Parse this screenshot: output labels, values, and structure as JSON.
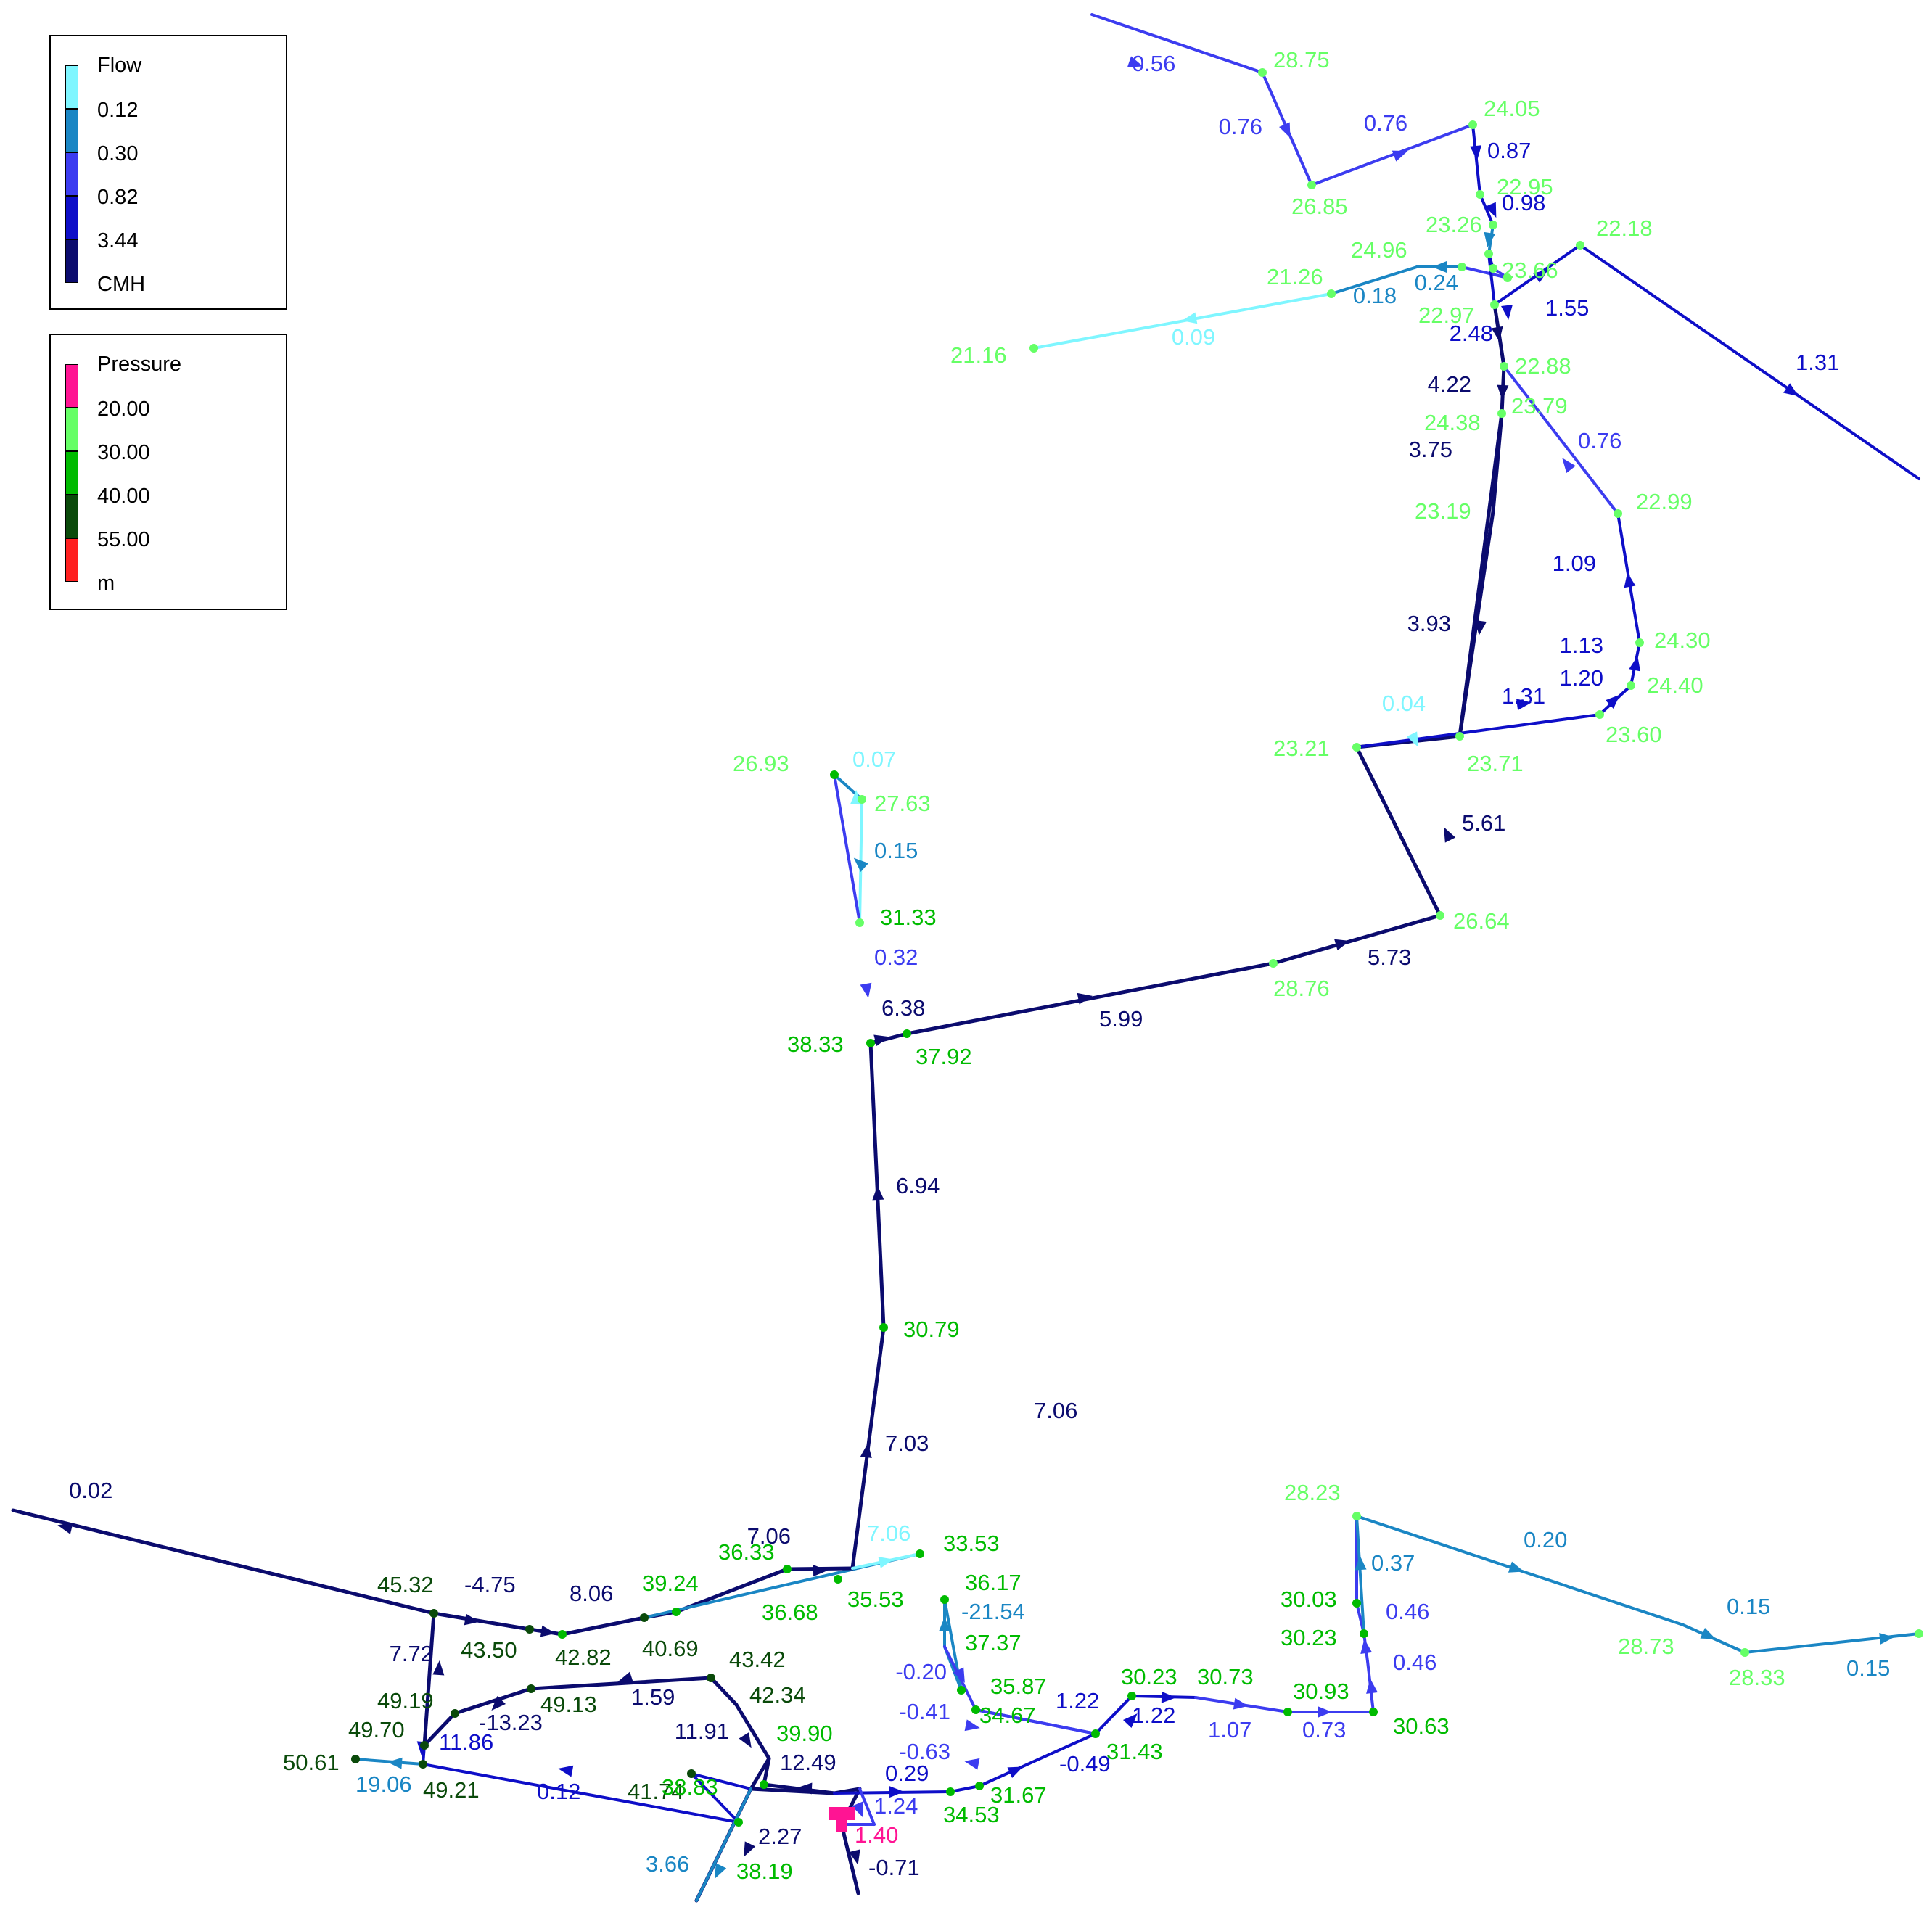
{
  "legend_flow": {
    "title": "Flow",
    "values": [
      "0.12",
      "0.30",
      "0.82",
      "3.44"
    ],
    "unit": "CMH",
    "colors": [
      "#7ff6ff",
      "#1a86c4",
      "#3c3cf0",
      "#0e0ec8",
      "#0b0b6e"
    ]
  },
  "legend_pressure": {
    "title": "Pressure",
    "values": [
      "20.00",
      "30.00",
      "40.00",
      "55.00"
    ],
    "unit": "m",
    "colors": [
      "#ff1493",
      "#66ff66",
      "#00bb00",
      "#0a4a0a",
      "#ff2020"
    ]
  },
  "flow_labels": [
    "0.56",
    "0.76",
    "0.76",
    "0.87",
    "0.98",
    "0.24",
    "0.18",
    "0.09",
    "2.48",
    "1.55",
    "1.31",
    "4.22",
    "3.75",
    "0.76",
    "1.09",
    "3.93",
    "1.13",
    "1.20",
    "1.31",
    "0.04",
    "5.61",
    "5.73",
    "5.99",
    "6.38",
    "0.07",
    "0.15",
    "0.32",
    "6.94",
    "7.03",
    "7.06",
    "7.06",
    "0.02",
    "-4.75",
    "8.06",
    "7.72",
    "-13.23",
    "11.86",
    "1.59",
    "11.91",
    "12.49",
    "19.06",
    "0.12",
    "2.27",
    "3.66",
    "0.29",
    "1.24",
    "-0.71",
    "-21.54",
    "-0.20",
    "-0.41",
    "-0.63",
    "-0.49",
    "1.22",
    "1.22",
    "1.07",
    "0.73",
    "0.46",
    "0.46",
    "0.37",
    "0.20",
    "0.15",
    "0.15",
    "0.12"
  ],
  "pressure_labels": [
    "28.75",
    "24.05",
    "26.85",
    "22.95",
    "23.26",
    "22.18",
    "24.96",
    "21.26",
    "23.66",
    "22.97",
    "21.16",
    "22.88",
    "23.79",
    "24.38",
    "22.99",
    "23.19",
    "24.30",
    "24.40",
    "23.60",
    "23.21",
    "23.71",
    "26.64",
    "28.76",
    "38.33",
    "37.92",
    "26.93",
    "27.63",
    "31.33",
    "30.79",
    "36.33",
    "33.53",
    "39.24",
    "35.53",
    "36.68",
    "45.32",
    "43.50",
    "42.82",
    "40.69",
    "43.42",
    "42.34",
    "49.19",
    "49.13",
    "49.70",
    "50.61",
    "49.21",
    "41.74",
    "39.90",
    "38.83",
    "38.19",
    "36.17",
    "37.37",
    "35.87",
    "34.67",
    "34.53",
    "31.67",
    "31.43",
    "30.23",
    "30.73",
    "30.93",
    "30.63",
    "30.03",
    "30.23",
    "28.23",
    "28.73",
    "28.33",
    "1.40"
  ]
}
